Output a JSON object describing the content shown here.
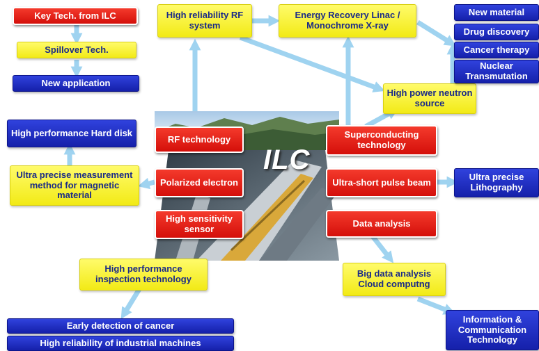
{
  "logo_text": "ILC",
  "legend": {
    "key_tech": "Key Tech. from ILC",
    "spillover": "Spillover Tech.",
    "new_application": "New application"
  },
  "core_technologies": {
    "rf": "RF technology",
    "polarized": "Polarized electron",
    "sensor": "High sensitivity sensor",
    "superconducting": "Superconducting technology",
    "ultrashort": "Ultra-short pulse beam",
    "data": "Data analysis"
  },
  "spillover": {
    "rf_system": "High reliability RF system",
    "erl": "Energy Recovery Linac / Monochrome X-ray",
    "neutron": "High power neutron source",
    "measurement": "Ultra precise measurement method for magnetic material",
    "inspection": "High performance inspection technology",
    "bigdata": "Big data analysis Cloud computng"
  },
  "applications": {
    "new_material": "New material",
    "drug": "Drug discovery",
    "cancer": "Cancer therapy",
    "nuclear": "Nuclear Transmutation",
    "hard_disk": "High performance Hard disk",
    "lithography": "Ultra precise Lithography",
    "early_detection": "Early detection of cancer",
    "reliability": "High reliability of industrial machines",
    "ict": "Information & Communication Technology"
  },
  "colors": {
    "key_tech": "#e0150e",
    "spillover": "#f7f020",
    "application": "#1c27c0",
    "arrow": "#9fd3f0"
  }
}
